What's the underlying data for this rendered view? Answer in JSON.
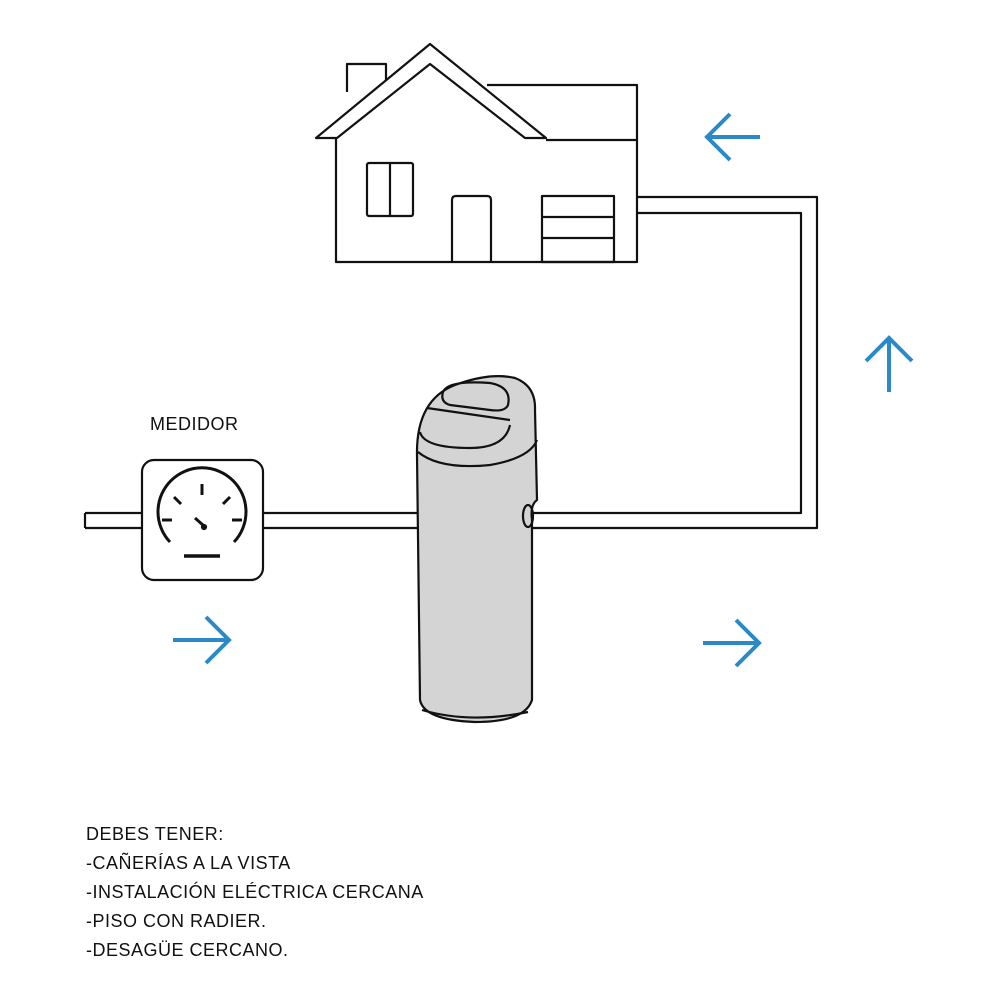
{
  "meter_label": "MEDIDOR",
  "requirements": {
    "title": "DEBES TENER:",
    "items": [
      "-CAÑERÍAS A LA VISTA",
      "-INSTALACIÓN ELÉCTRICA CERCANA",
      "-PISO CON RADIER.",
      "-DESAGÜE CERCANO."
    ]
  },
  "colors": {
    "arrow": "#2a8ac8",
    "softener": "#d4d4d4",
    "line": "#111111"
  }
}
